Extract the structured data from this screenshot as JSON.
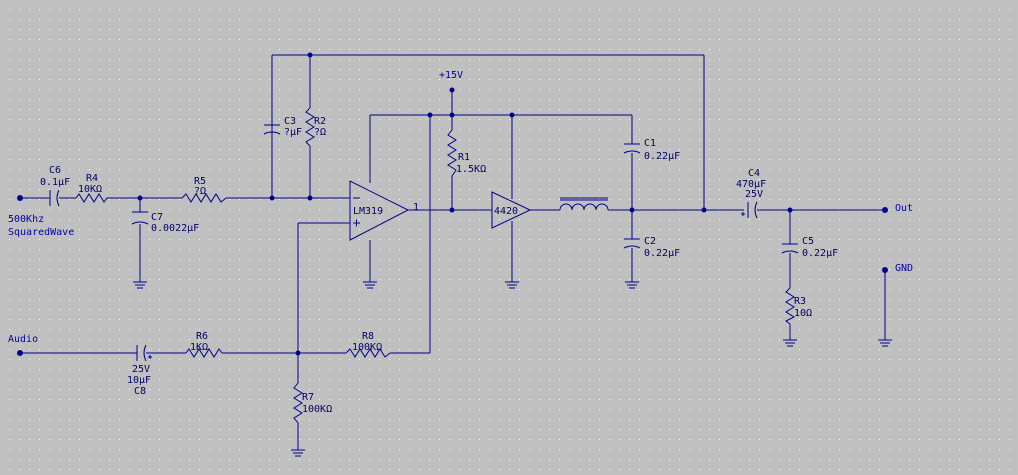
{
  "background_color": "#c0c0c0",
  "wire_color": "#00008b",
  "label_color": "#0000aa",
  "grid_dot_color": "#ffffff",
  "labels": {
    "in_freq": "500Khz",
    "in_type": "SquaredWave",
    "audio": "Audio",
    "out": "Out",
    "gnd": "GND",
    "supply": "+15V",
    "opamp": "LM319",
    "opamp_out_pin": "1",
    "driver": "4420"
  },
  "components": {
    "C6": {
      "ref": "C6",
      "value": "0.1µF"
    },
    "R4": {
      "ref": "R4",
      "value": "10KΩ"
    },
    "C7": {
      "ref": "C7",
      "value": "0.0022µF"
    },
    "R5": {
      "ref": "R5",
      "value": "?Ω"
    },
    "C3": {
      "ref": "C3",
      "value": "?µF"
    },
    "R2": {
      "ref": "R2",
      "value": "?Ω"
    },
    "R1": {
      "ref": "R1",
      "value": "1.5KΩ"
    },
    "C1": {
      "ref": "C1",
      "value": "0.22µF"
    },
    "C2": {
      "ref": "C2",
      "value": "0.22µF"
    },
    "C4": {
      "ref": "C4",
      "value": "470µF",
      "voltage": "25V"
    },
    "C5": {
      "ref": "C5",
      "value": "0.22µF"
    },
    "R3": {
      "ref": "R3",
      "value": "10Ω"
    },
    "C8": {
      "ref": "C8",
      "value": "10µF",
      "voltage": "25V"
    },
    "R6": {
      "ref": "R6",
      "value": "1KΩ"
    },
    "R8": {
      "ref": "R8",
      "value": "100KΩ"
    },
    "R7": {
      "ref": "R7",
      "value": "100KΩ"
    }
  }
}
